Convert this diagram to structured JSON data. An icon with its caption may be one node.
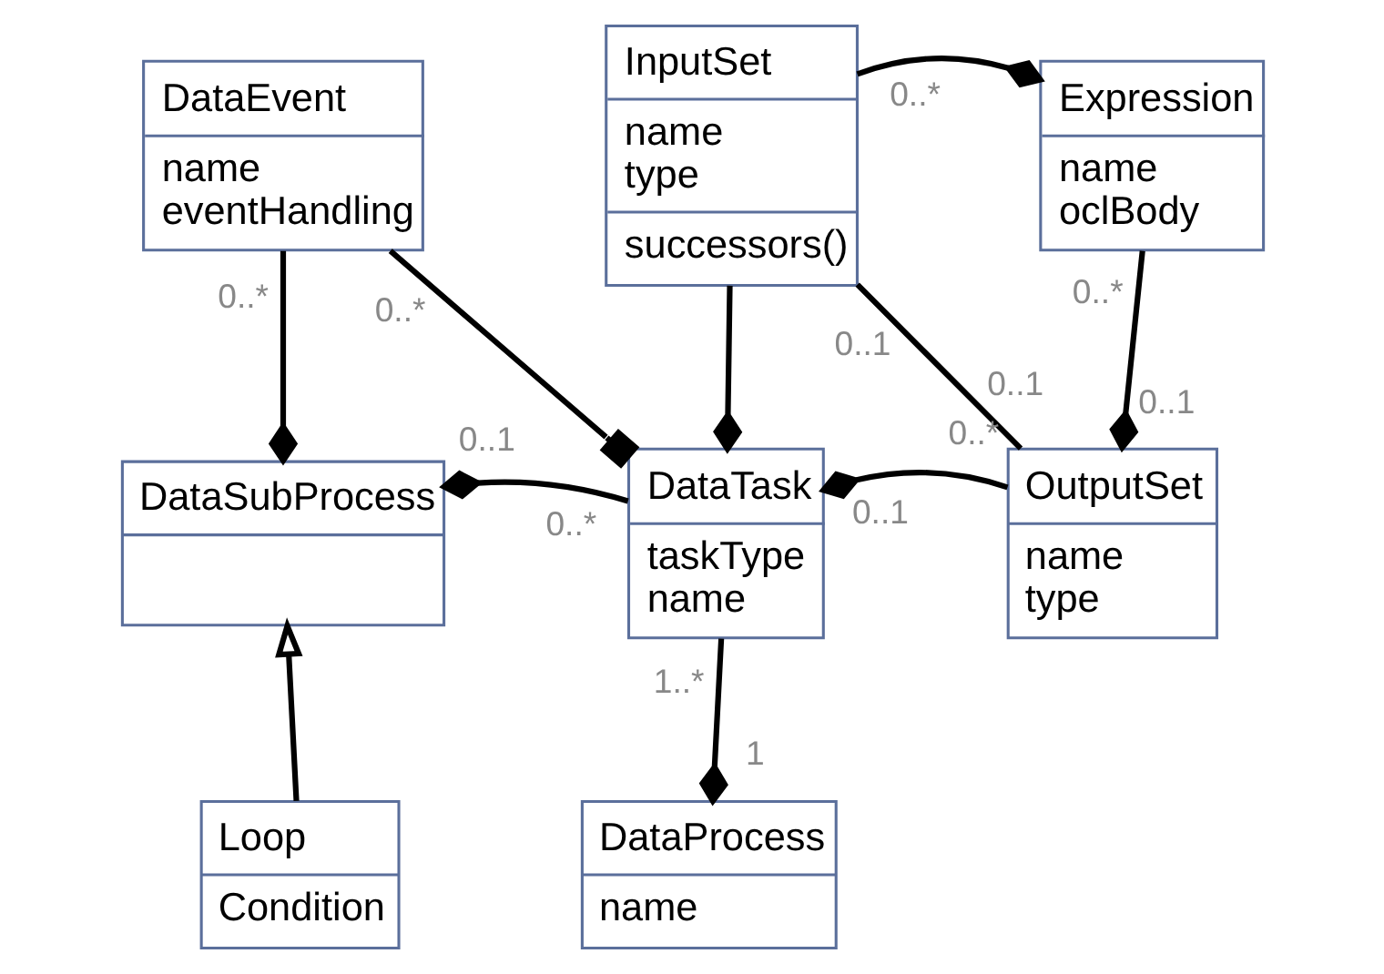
{
  "diagram": {
    "nodes": [
      {
        "text": [
          "DataEvent",
          "name",
          "eventHandling"
        ]
      },
      {
        "text": [
          "InputSet",
          "name",
          "type",
          "successors()"
        ]
      },
      {
        "text": [
          "Expression",
          "name",
          "oclBody"
        ]
      },
      {
        "text": [
          "DataSubProcess"
        ]
      },
      {
        "text": [
          "DataTask",
          "taskType",
          "name"
        ]
      },
      {
        "text": [
          "OutputSet",
          "name",
          "type"
        ]
      },
      {
        "text": [
          "Loop",
          "Condition"
        ]
      },
      {
        "text": [
          "DataProcess",
          "name"
        ]
      }
    ],
    "edges": [
      {
        "from": 0,
        "to": 3,
        "arrow": "other"
      },
      {
        "from": 0,
        "to": 4,
        "arrow": "other"
      },
      {
        "from": 1,
        "to": 2,
        "arrow": "other"
      },
      {
        "from": 1,
        "to": 5,
        "arrow": "none"
      },
      {
        "from": 1,
        "to": 4,
        "arrow": "other"
      },
      {
        "from": 2,
        "to": 5,
        "arrow": "other"
      },
      {
        "from": 4,
        "to": 3,
        "arrow": "other"
      },
      {
        "from": 5,
        "to": 4,
        "arrow": "other"
      },
      {
        "from": 6,
        "to": 3,
        "arrow": "to"
      },
      {
        "from": 4,
        "to": 7,
        "arrow": "other"
      }
    ],
    "labels": [
      "0..*",
      "0..*",
      "0..1",
      "0..*",
      "0..*",
      "0..1",
      "0..1",
      "0..1",
      "0..1",
      "0..*",
      "0..*",
      "1..*",
      "1"
    ]
  }
}
